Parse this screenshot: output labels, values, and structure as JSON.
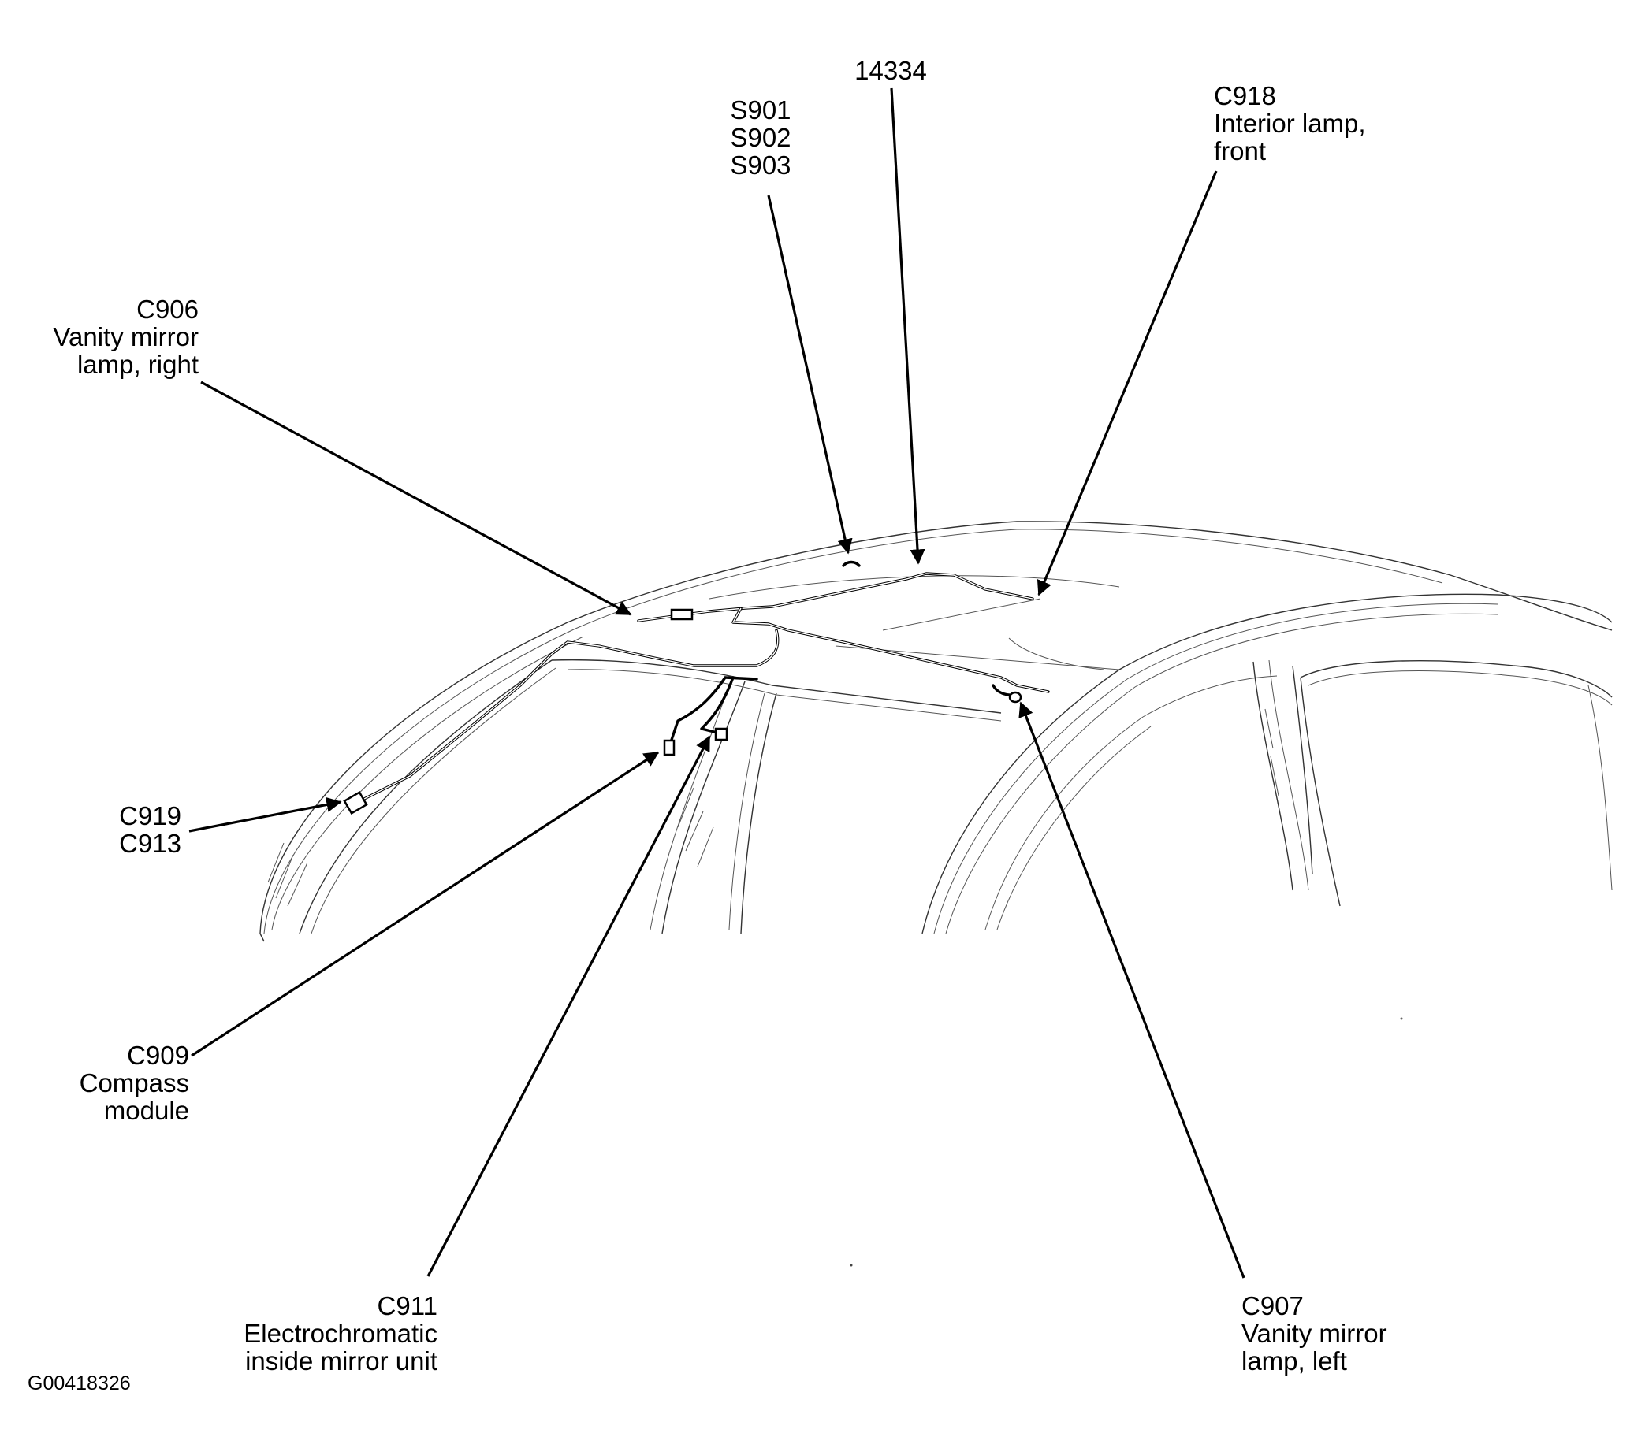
{
  "figure_code": "G00418326",
  "callouts": {
    "harness": {
      "lines": [
        "14334"
      ]
    },
    "splices": {
      "lines": [
        "S901",
        "S902",
        "S903"
      ]
    },
    "interior_lamp": {
      "lines": [
        "C918",
        "Interior lamp,",
        "front"
      ]
    },
    "vanity_right": {
      "lines": [
        "C906",
        "Vanity mirror",
        "lamp, right"
      ]
    },
    "roof_connectors": {
      "lines": [
        "C919",
        "C913"
      ]
    },
    "compass": {
      "lines": [
        "C909",
        "Compass",
        "module"
      ]
    },
    "mirror_unit": {
      "lines": [
        "C911",
        "Electrochromatic",
        "inside mirror unit"
      ]
    },
    "vanity_left": {
      "lines": [
        "C907",
        "Vanity mirror",
        "lamp, left"
      ]
    }
  },
  "colors": {
    "line": "#000000",
    "background": "#ffffff"
  }
}
